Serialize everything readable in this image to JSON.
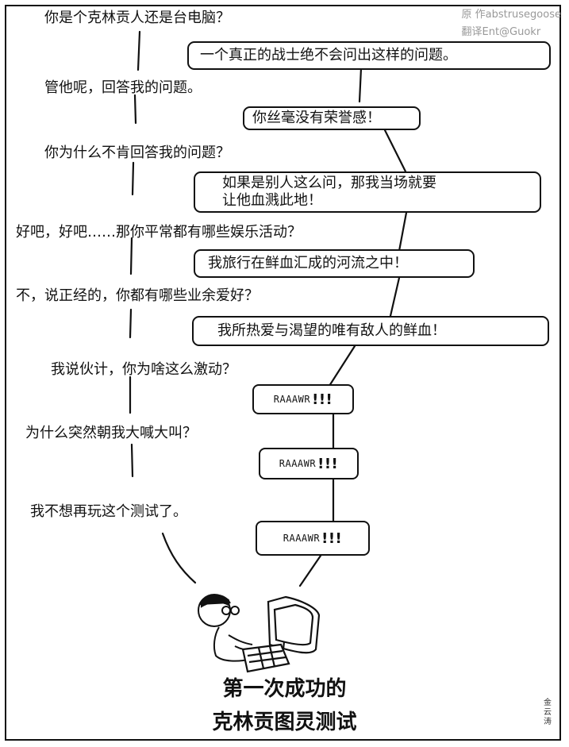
{
  "credit": {
    "line1": "原 作abstrusegoose",
    "line2": "翻译Ent@Guokr"
  },
  "questions": [
    "你是个克林贡人还是台电脑？",
    "管他呢，回答我的问题。",
    "你为什么不肯回答我的问题？",
    "好吧，好吧……那你平常都有哪些娱乐活动？",
    "不，说正经的，你都有哪些业余爱好？",
    "我说伙计，你为啥这么激动？",
    "为什么突然朝我大喊大叫？",
    "我不想再玩这个测试了。"
  ],
  "answers": [
    "一个真正的战士绝不会问出这样的问题。",
    "你丝毫没有荣誉感！",
    "如果是别人这么问，那我当场就要",
    "让他血溅此地！",
    "我旅行在鲜血汇成的河流之中！",
    "我所热爱与渴望的唯有敌人的鲜血！"
  ],
  "roars": [
    {
      "text": "RAAAWR",
      "bang": "!!!"
    },
    {
      "text": "RAAAWR",
      "bang": "!!!"
    },
    {
      "text": "RAAAWR",
      "bang": "!!!"
    }
  ],
  "caption": {
    "line1": "第一次成功的",
    "line2": "克林贡图灵测试"
  },
  "signature": "金云涛"
}
